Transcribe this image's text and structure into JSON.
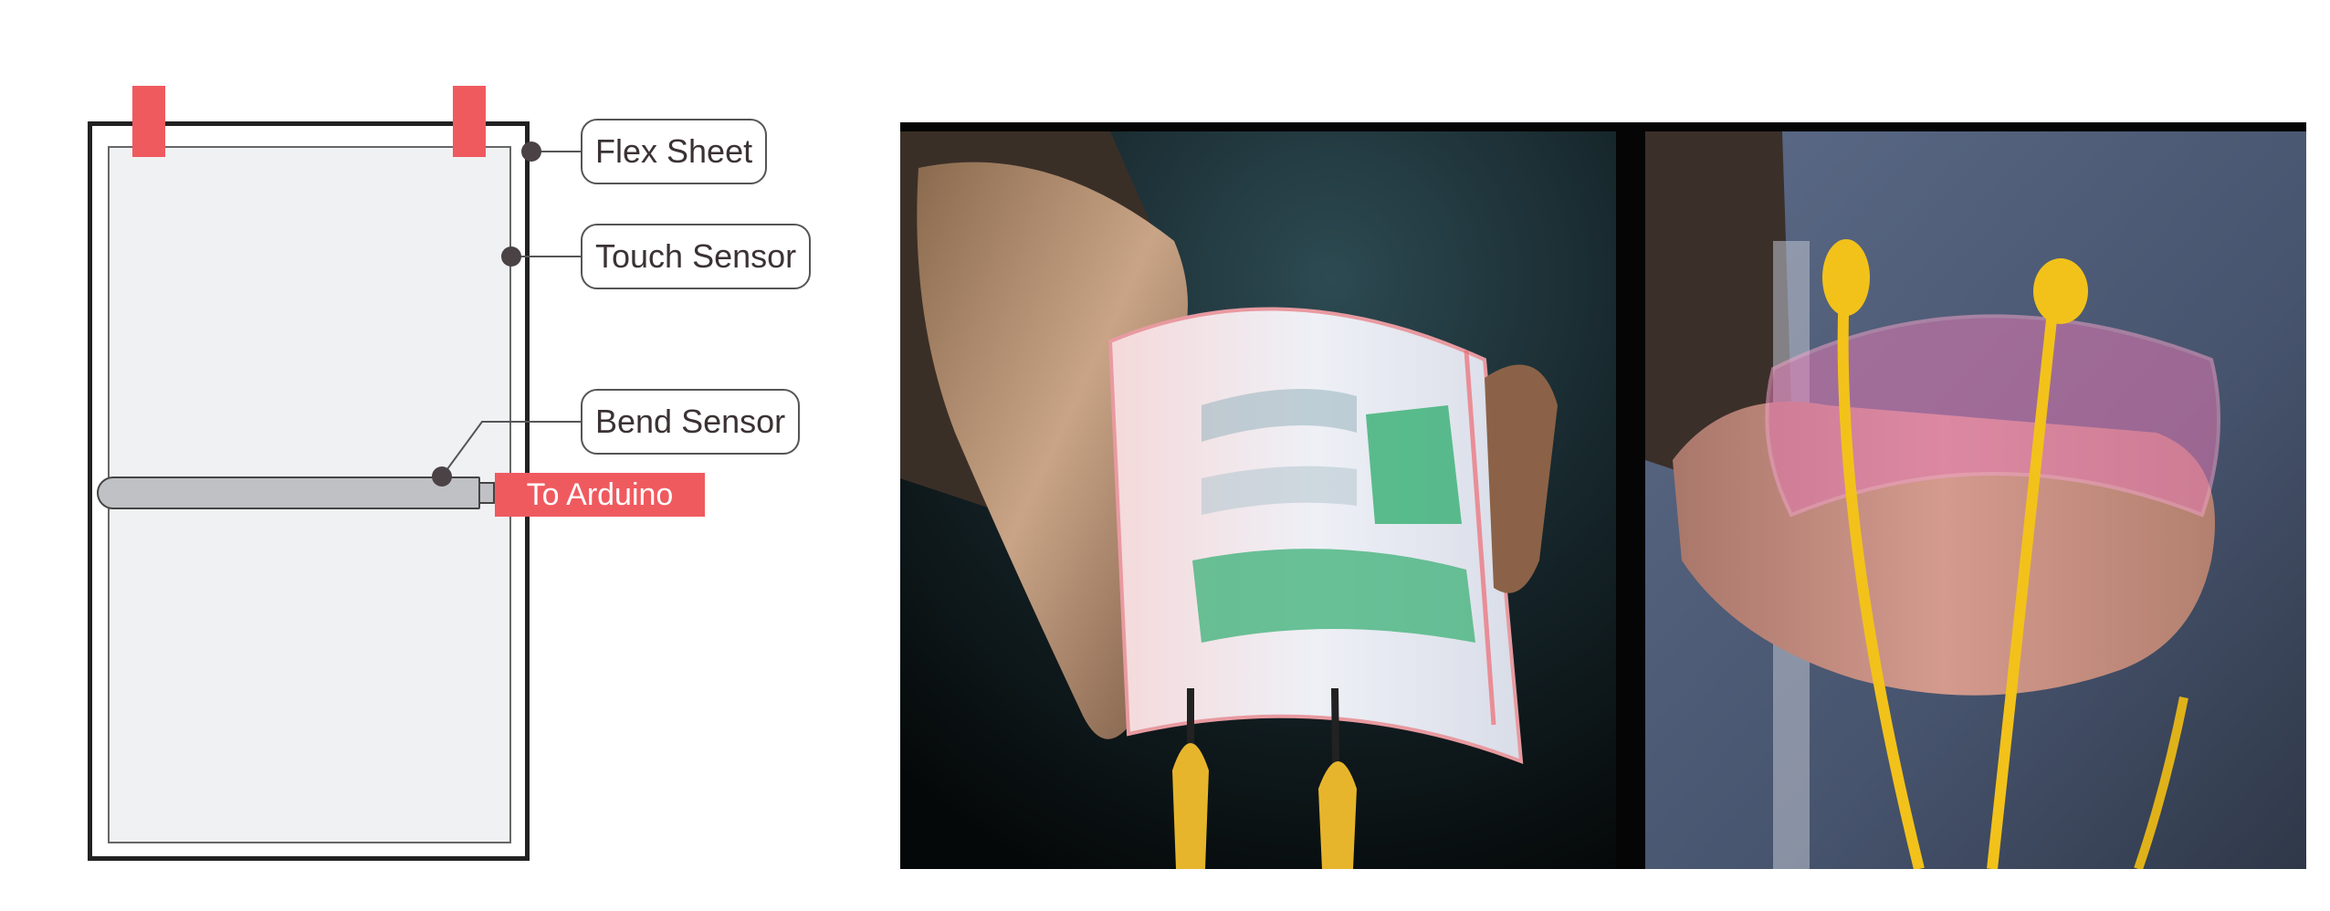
{
  "labels": {
    "flex_sheet": "Flex Sheet",
    "touch_sensor": "Touch Sensor",
    "bend_sensor": "Bend Sensor",
    "to_arduino": "To Arduino"
  },
  "colors": {
    "accent_red": "#ef5a5f",
    "sheet_fill": "#f0f1f3",
    "bend_sensor_fill": "#bfc1c4",
    "callout_text": "#3b3234",
    "wire_yellow": "#f2c21b"
  }
}
